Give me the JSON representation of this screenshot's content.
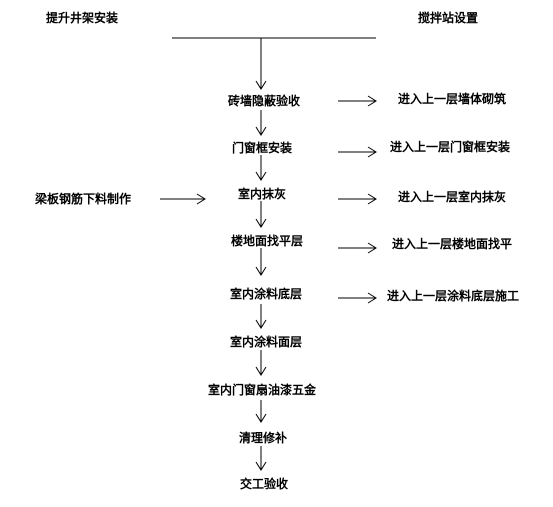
{
  "top": {
    "left_label": "提升井架安装",
    "right_label": "搅拌站设置"
  },
  "side_input": "梁板钢筋下料制作",
  "steps": [
    "砖墙隐蔽验收",
    "门窗框安装",
    "室内抹灰",
    "楼地面找平层",
    "室内涂料底层",
    "室内涂料面层",
    "室内门窗扇油漆五金",
    "清理修补",
    "交工验收"
  ],
  "next_floor": [
    "进入上一层墙体砌筑",
    "进入上一层门窗框安装",
    "进入上一层室内抹灰",
    "进入上一层楼地面找平",
    "进入上一层涂料底层施工"
  ]
}
